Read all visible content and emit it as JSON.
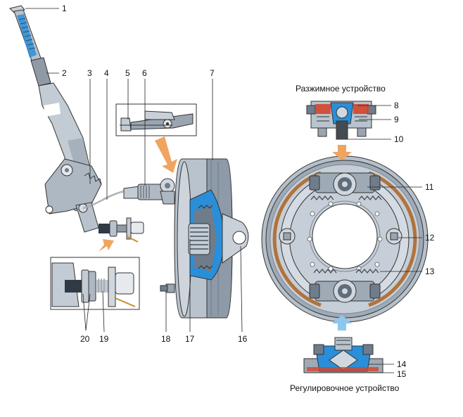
{
  "captions": {
    "spreader": "Разжимное устройство",
    "adjuster": "Регулировочное устройство"
  },
  "labels": [
    "1",
    "2",
    "3",
    "4",
    "5",
    "6",
    "7",
    "8",
    "9",
    "10",
    "11",
    "12",
    "13",
    "14",
    "15",
    "16",
    "17",
    "18",
    "19",
    "20"
  ],
  "colors": {
    "metal_light": "#d7dde4",
    "metal_mid": "#a9b4c0",
    "metal_dark": "#6e7c8b",
    "lining": "#b0733c",
    "blue": "#2a8fd8",
    "spring": "#444b53",
    "arrow": "#f0a460",
    "arrow_blue": "#8fc6ee",
    "red": "#d4452c"
  }
}
